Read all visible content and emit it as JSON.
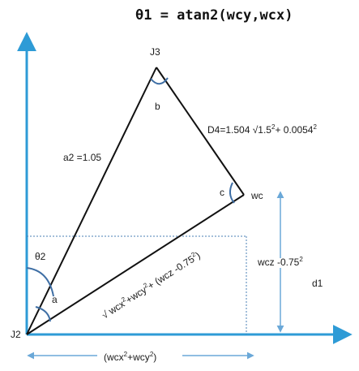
{
  "title": "θ1 = atan2(wcy,wcx)",
  "points": {
    "j3": "J3",
    "j2": "J2",
    "wc": "wc"
  },
  "angles": {
    "b": "b",
    "c": "c",
    "a": "a",
    "theta2": "θ2"
  },
  "sides": {
    "a2": "a2 =1.05",
    "d4_prefix": "D4=1.504 √1.5",
    "d4_sup1": "2",
    "d4_mid": "+ 0.0054",
    "d4_sup2": "2",
    "hyp_a": "√ wcx",
    "hyp_sup1": "2",
    "hyp_b": "+wcy",
    "hyp_sup2": "2",
    "hyp_c": "+ (wcz -0.75",
    "hyp_sup3": "2",
    "hyp_d": ")"
  },
  "dimensions": {
    "vertical_a": "wcz -0.75",
    "vertical_sup": "2",
    "d1": "d1",
    "horizontal_a": "(wcx",
    "horizontal_sup1": "2",
    "horizontal_b": "+wcy",
    "horizontal_sup2": "2",
    "horizontal_c": ")"
  },
  "colors": {
    "axis": "#2e9bd6",
    "triangle": "#111111",
    "angle_arc": "#3f6fa5",
    "dashed": "#4a7fb5"
  }
}
